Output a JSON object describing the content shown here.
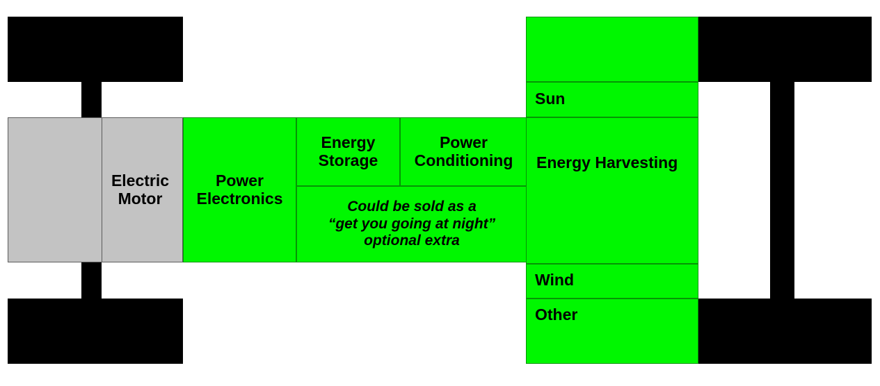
{
  "diagram": {
    "title": "Electric vehicle energy harvesting block diagram",
    "colors": {
      "green": "#00F700",
      "gray": "#C3C3C3",
      "black": "#000000",
      "green_border": "#069406",
      "gray_border": "#5C5C5C"
    },
    "vehicle": {
      "wheels": [
        {
          "name": "front-top-wheel"
        },
        {
          "name": "front-bottom-wheel"
        },
        {
          "name": "rear-top-wheel"
        },
        {
          "name": "rear-bottom-wheel"
        }
      ],
      "axles": [
        {
          "name": "front-axle"
        },
        {
          "name": "rear-axle"
        }
      ]
    },
    "blocks": {
      "chassis_left": {
        "label": ""
      },
      "electric_motor": {
        "label": "Electric\nMotor",
        "line1": "Electric",
        "line2": "Motor",
        "type": "gray"
      },
      "power_electronics": {
        "label": "Power\nElectronics",
        "line1": "Power",
        "line2": "Electronics",
        "type": "green"
      },
      "energy_storage": {
        "label": "Energy\nStorage",
        "line1": "Energy",
        "line2": "Storage",
        "type": "green"
      },
      "power_conditioning": {
        "label": "Power\nConditioning",
        "line1": "Power",
        "line2": "Conditioning",
        "type": "green"
      },
      "optional_extra_note": {
        "line1": "Could be sold as a",
        "line2": "“get you going at night”",
        "line3": "optional extra",
        "type": "green"
      },
      "harvest_top_blank": {
        "label": "",
        "type": "green"
      },
      "sun": {
        "label": "Sun",
        "type": "green"
      },
      "energy_harvesting": {
        "label": "Energy Harvesting",
        "type": "green"
      },
      "wind": {
        "label": "Wind",
        "type": "green"
      },
      "other": {
        "label": "Other",
        "type": "green"
      }
    }
  }
}
